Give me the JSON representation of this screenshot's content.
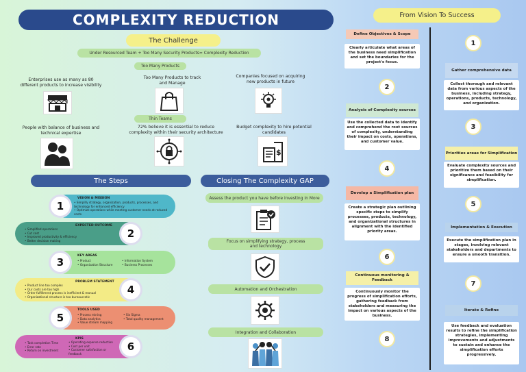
{
  "title": "COMPLEXITY REDUCTION",
  "challenge": {
    "heading": "The Challenge",
    "equation": "Under Resourced Team + Too Many Security Products= Complexity Reduction",
    "too_many": "Too Many Products",
    "thin": "Thin Teams",
    "items": [
      {
        "text": "Enterprises use as many as 80 different products to increase visibility",
        "icon": "store-icon"
      },
      {
        "text": "Too Many Products to track and Manage",
        "icon": "shopping-bag-icon"
      },
      {
        "text": "Companies focused on acquiring new products in future",
        "icon": "gear-bulb-icon"
      },
      {
        "text": "People with balance of business and technical expertise",
        "icon": "people-icon"
      },
      {
        "text": "72% believe it is essential to reduce complexity within their security architecture",
        "icon": "security-lock-icon"
      },
      {
        "text": "Budget complexity to hire potential candidates",
        "icon": "budget-icon"
      }
    ]
  },
  "steps": {
    "heading": "The Steps",
    "rows": [
      {
        "num": "1",
        "title": "VISION & MISSION",
        "color": "#4fb7c9",
        "col1": [
          "Simplify strategy, organization, products, processes, and technology for enhanced efficiency",
          "Optimize operations while meeting customer needs at reduced costs."
        ],
        "col2": []
      },
      {
        "num": "2",
        "title": "EXPECTED OUTCOME",
        "color": "#4a9e88",
        "col1": [
          "Simplified operations",
          "Cut cost",
          "Improved productivity & efficiency",
          "Better decision making"
        ],
        "col2": []
      },
      {
        "num": "3",
        "title": "KEY AREAS",
        "color": "#a6e39c",
        "col1": [
          "Product",
          "Organization Structure"
        ],
        "col2": [
          "Information System",
          "Business Processes"
        ]
      },
      {
        "num": "4",
        "title": "PROBLEM STATEMENT",
        "color": "#f3eb86",
        "col1": [
          "Product line too complex",
          "Our costs are too high",
          "Order fulfillment process is inefficient & manual",
          "Organizational structure is too bureaucratic"
        ],
        "col2": []
      },
      {
        "num": "5",
        "title": "TOOLS USED",
        "color": "#ec8f72",
        "col1": [
          "Process mining",
          "Data analytics",
          "Value stream mapping"
        ],
        "col2": [
          "Six Sigma",
          "Total quality management"
        ]
      },
      {
        "num": "6",
        "title": "KPIS",
        "color": "#cf68b6",
        "col1": [
          "Task completion Time",
          "Error rate",
          "Return on investment"
        ],
        "col2": [
          "Operating expense reduction",
          "Cost per unit",
          "Customer satisfaction or feedback"
        ]
      }
    ]
  },
  "gap": {
    "heading": "Closing The Complexity GAP",
    "items": [
      {
        "text": "Assess the product you have before investing in More",
        "icon": "checklist-icon"
      },
      {
        "text": "Focus on simplifying strategy, process and technology",
        "icon": "shield-check-icon"
      },
      {
        "text": "Automation and Orchestration",
        "icon": "automation-gear-icon"
      },
      {
        "text": "Integration and Collaboration",
        "icon": "team-icon"
      }
    ]
  },
  "vision": {
    "heading": "From Vision To Success",
    "steps": [
      {
        "num": "1",
        "title": "Define Objectives & Scope",
        "desc": "Clearly articulate what areas of the business need simplification and set the boundaries for the project's focus."
      },
      {
        "num": "2",
        "title": "Gather comprehensive data",
        "desc": "Collect thorough and relevant data from various aspects of the business, including strategy, operations, products, technology, and organization."
      },
      {
        "num": "3",
        "title": "Analysis of Complexity sources",
        "desc": "Use the collected data to identify and comprehend the root sources of complexity, understanding their impact on costs, operations, and customer value."
      },
      {
        "num": "4",
        "title": "Priorities areas for Simplification",
        "desc": "Evaluate complexity sources and prioritize them based on their significance and feasibility for simplification."
      },
      {
        "num": "5",
        "title": "Develop a Simplification plan",
        "desc": "Create a strategic plan outlining specific steps to simplify processes, products, technology, and organizational structures in alignment with the identified priority areas."
      },
      {
        "num": "6",
        "title": "Implementation & Execution",
        "desc": "Execute the simplification plan in stages, involving relevant stakeholders and departments to ensure a smooth transition."
      },
      {
        "num": "7",
        "title": "Continuous monitoring & Feedback",
        "desc": "Continuously monitor the progress of simplification efforts, gathering feedback from stakeholders and measuring the impact on various aspects of the business."
      },
      {
        "num": "8",
        "title": "Iterate & Refine",
        "desc": "Use feedback and evaluation results to refine the simplification strategies, implementing improvements and adjustments to sustain and enhance the simplification efforts progressively."
      }
    ]
  }
}
